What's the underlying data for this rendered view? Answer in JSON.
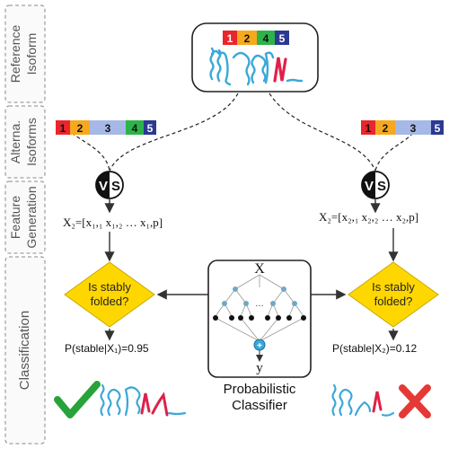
{
  "stages": [
    {
      "id": "reference",
      "lines": [
        "Reference",
        "Isoform"
      ]
    },
    {
      "id": "alternative",
      "lines": [
        "Alterna.",
        "Isoforms"
      ]
    },
    {
      "id": "feature",
      "lines": [
        "Feature",
        "Generation"
      ]
    },
    {
      "id": "classification",
      "lines": [
        "Classification"
      ]
    }
  ],
  "reference_exons": [
    {
      "label": "1",
      "color": "#e8262c"
    },
    {
      "label": "2",
      "color": "#f6a81e"
    },
    {
      "label": "4",
      "color": "#2db34a"
    },
    {
      "label": "5",
      "color": "#2b3990"
    }
  ],
  "isoform_left_exons": [
    {
      "label": "1",
      "color": "#e8262c"
    },
    {
      "label": "2",
      "color": "#f6a81e"
    },
    {
      "label": "3",
      "color": "#a6b8e6"
    },
    {
      "label": "4",
      "color": "#2db34a"
    },
    {
      "label": "5",
      "color": "#2b3990"
    }
  ],
  "isoform_right_exons": [
    {
      "label": "1",
      "color": "#e8262c"
    },
    {
      "label": "2",
      "color": "#f6a81e"
    },
    {
      "label": "3",
      "color": "#a6b8e6"
    },
    {
      "label": "5",
      "color": "#2b3990"
    }
  ],
  "vs": {
    "left": "V",
    "right": "S"
  },
  "features": {
    "left": "X₂=[x₁,₁ x₁,₂ … x₁,p]",
    "right": "X₂=[x₂,₁ x₂,₂ … x₂,p]"
  },
  "decision": {
    "line1": "Is stably",
    "line2": "folded?"
  },
  "probabilities": {
    "left": "P(stable|X₁)=0.95",
    "right": "P(stable|X₂)=0.12"
  },
  "classifier": {
    "input": "X",
    "output": "y",
    "caption_line1": "Probabilistic",
    "caption_line2": "Classifier"
  },
  "colors": {
    "helix": "#3aa8d8",
    "strand": "#e0204a",
    "decision": "#ffd700",
    "check": "#27a33a",
    "cross": "#e53935"
  }
}
